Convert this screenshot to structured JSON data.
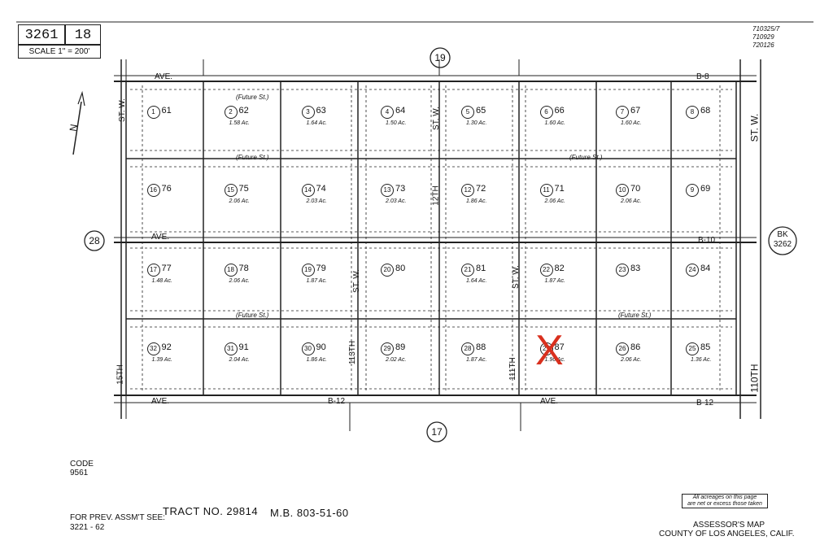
{
  "header": {
    "map_book": "3261",
    "map_page": "18",
    "scale": "SCALE 1\" = 200'",
    "revisions": [
      "710325/7",
      "710929",
      "720126"
    ]
  },
  "circled_refs": {
    "top": "19",
    "bottom": "17",
    "left": "28",
    "right_book_label": "BK",
    "right_book_num": "3262"
  },
  "streets": {
    "ave_b8_left": "AVE.",
    "ave_b8_right": "B-8",
    "ave_b10_left": "AVE.",
    "ave_b10_right": "B-10",
    "ave_b12_left": "AVE.",
    "ave_b12_mid": "B-12",
    "ave_b12_mid2": "AVE.",
    "ave_b12_right": "B-12",
    "st_15th_a": "ST. W.",
    "st_15th_b": "15TH",
    "st_13th": "ST. W.",
    "st_13th_b": "113TH",
    "st_12th": "ST. W.",
    "st_12th_b": "12TH",
    "st_11th": "ST. W.",
    "st_11th_b": "111TH",
    "st_110th_a": "ST. W.",
    "st_110th_b": "110TH",
    "future_st": "(Future St.)"
  },
  "parcels": [
    {
      "num": "61",
      "circ": "1",
      "acre": ""
    },
    {
      "num": "62",
      "circ": "2",
      "acre": "1.58 Ac."
    },
    {
      "num": "63",
      "circ": "3",
      "acre": "1.64 Ac."
    },
    {
      "num": "64",
      "circ": "4",
      "acre": "1.50 Ac."
    },
    {
      "num": "65",
      "circ": "5",
      "acre": "1.30 Ac."
    },
    {
      "num": "66",
      "circ": "6",
      "acre": "1.60 Ac."
    },
    {
      "num": "67",
      "circ": "7",
      "acre": "1.60 Ac."
    },
    {
      "num": "68",
      "circ": "8",
      "acre": ""
    },
    {
      "num": "76",
      "circ": "16",
      "acre": ""
    },
    {
      "num": "75",
      "circ": "15",
      "acre": "2.06 Ac."
    },
    {
      "num": "74",
      "circ": "14",
      "acre": "2.03 Ac."
    },
    {
      "num": "73",
      "circ": "13",
      "acre": "2.03 Ac."
    },
    {
      "num": "72",
      "circ": "12",
      "acre": "1.86 Ac."
    },
    {
      "num": "71",
      "circ": "11",
      "acre": "2.06 Ac."
    },
    {
      "num": "70",
      "circ": "10",
      "acre": "2.06 Ac."
    },
    {
      "num": "69",
      "circ": "9",
      "acre": ""
    },
    {
      "num": "77",
      "circ": "17",
      "acre": "1.48 Ac."
    },
    {
      "num": "78",
      "circ": "18",
      "acre": "2.06 Ac."
    },
    {
      "num": "79",
      "circ": "19",
      "acre": "1.87 Ac."
    },
    {
      "num": "80",
      "circ": "20",
      "acre": ""
    },
    {
      "num": "81",
      "circ": "21",
      "acre": "1.64 Ac."
    },
    {
      "num": "82",
      "circ": "22",
      "acre": "1.87 Ac."
    },
    {
      "num": "83",
      "circ": "23",
      "acre": ""
    },
    {
      "num": "84",
      "circ": "24",
      "acre": ""
    },
    {
      "num": "92",
      "circ": "32",
      "acre": "1.39 Ac."
    },
    {
      "num": "91",
      "circ": "31",
      "acre": "2.04 Ac."
    },
    {
      "num": "90",
      "circ": "30",
      "acre": "1.86 Ac."
    },
    {
      "num": "89",
      "circ": "29",
      "acre": "2.02 Ac."
    },
    {
      "num": "88",
      "circ": "28",
      "acre": "1.87 Ac."
    },
    {
      "num": "87",
      "circ": "27",
      "acre": "1.96 Ac."
    },
    {
      "num": "86",
      "circ": "26",
      "acre": "2.06 Ac."
    },
    {
      "num": "85",
      "circ": "25",
      "acre": "1.36 Ac."
    }
  ],
  "marker": {
    "label": "X",
    "color": "#d9301e"
  },
  "footer": {
    "code_label": "CODE",
    "code_value": "9561",
    "prev_assmt_label": "FOR PREV. ASSM'T SEE:",
    "prev_assmt_value": "3221 - 62",
    "tract": "TRACT  NO. 29814",
    "mb": "M.B.  803-51-60",
    "note_line1": "All acreages on this page",
    "note_line2": "are net or excess those taken",
    "assessor_line1": "ASSESSOR'S MAP",
    "assessor_line2": "COUNTY OF LOS ANGELES, CALIF."
  },
  "north_label": "N"
}
